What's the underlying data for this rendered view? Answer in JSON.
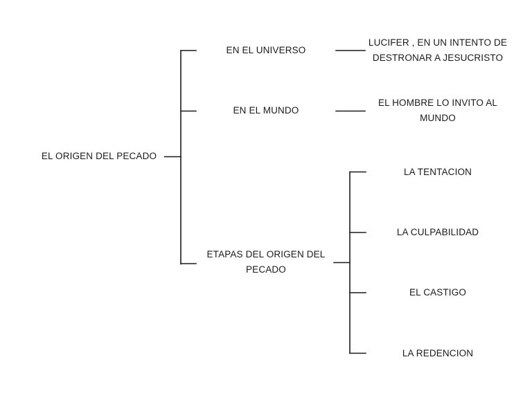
{
  "diagram": {
    "type": "bracket-tree",
    "orientation": "left-to-right",
    "line_color": "#1a1a1a",
    "text_color": "#1a1a1a",
    "background_color": "#ffffff",
    "root": {
      "label": "EL ORIGEN DEL PECADO"
    },
    "branches": [
      {
        "label": "EN EL UNIVERSO",
        "children": [
          {
            "label": "LUCIFER , EN UN INTENTO DE DESTRONAR A JESUCRISTO"
          }
        ]
      },
      {
        "label": "EN EL MUNDO",
        "children": [
          {
            "label": "EL HOMBRE LO INVITO AL MUNDO"
          }
        ]
      },
      {
        "label": "ETAPAS DEL ORIGEN DEL PECADO",
        "children": [
          {
            "label": "LA TENTACION"
          },
          {
            "label": "LA CULPABILIDAD"
          },
          {
            "label": "EL CASTIGO"
          },
          {
            "label": "LA REDENCION"
          }
        ]
      }
    ]
  }
}
